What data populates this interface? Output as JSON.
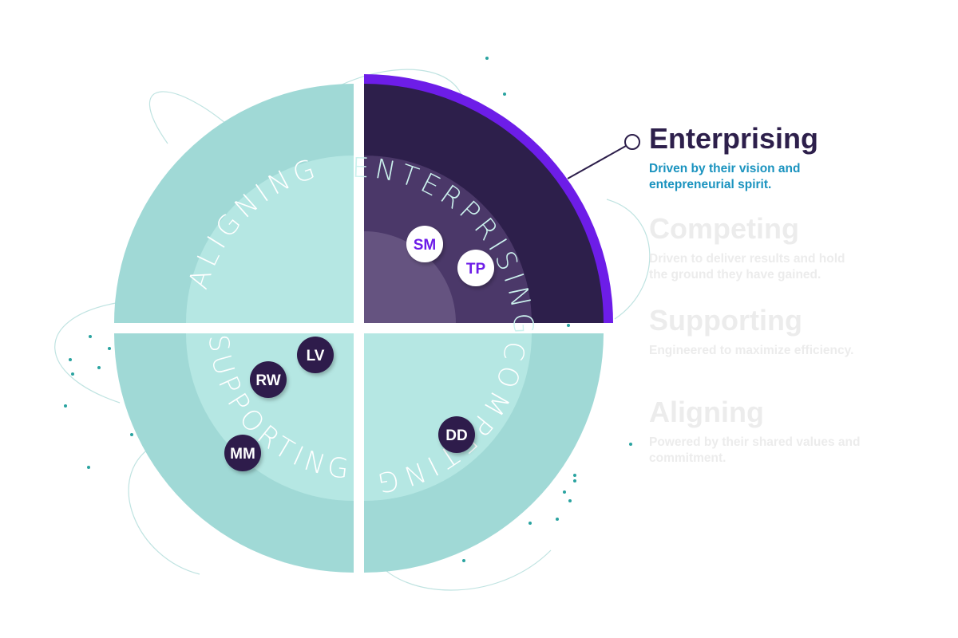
{
  "quadrants": {
    "aligning": {
      "label": "ALIGNING"
    },
    "enterprising": {
      "label": "ENTERPRISING"
    },
    "supporting": {
      "label": "SUPPORTING"
    },
    "competing": {
      "label": "COMPETING"
    }
  },
  "avatars": [
    {
      "initials": "SM",
      "quadrant": "enterprising"
    },
    {
      "initials": "TP",
      "quadrant": "enterprising"
    },
    {
      "initials": "LV",
      "quadrant": "supporting"
    },
    {
      "initials": "RW",
      "quadrant": "supporting"
    },
    {
      "initials": "MM",
      "quadrant": "supporting"
    },
    {
      "initials": "DD",
      "quadrant": "competing"
    }
  ],
  "legend": [
    {
      "title": "Enterprising",
      "description": "Driven by their vision and entepreneurial spirit.",
      "active": true
    },
    {
      "title": "Competing",
      "description": "Driven to deliver results and hold the ground they have gained.",
      "active": false
    },
    {
      "title": "Supporting",
      "description": "Engineered to maximize efficiency.",
      "active": false
    },
    {
      "title": "Aligning",
      "description": "Powered by their shared values and commitment.",
      "active": false
    }
  ],
  "colors": {
    "outer_ring": "#a0d9d6",
    "inner_fill": "#b5e7e3",
    "enterprising_outer": "#2d1f4b",
    "enterprising_mid": "#4b3869",
    "enterprising_inner": "#655380",
    "highlight_arc": "#6d1de8",
    "active_title": "#2d1f4b",
    "active_desc": "#1a93bf",
    "inactive_text": "#ececec",
    "dots": "#2aa3a0"
  }
}
